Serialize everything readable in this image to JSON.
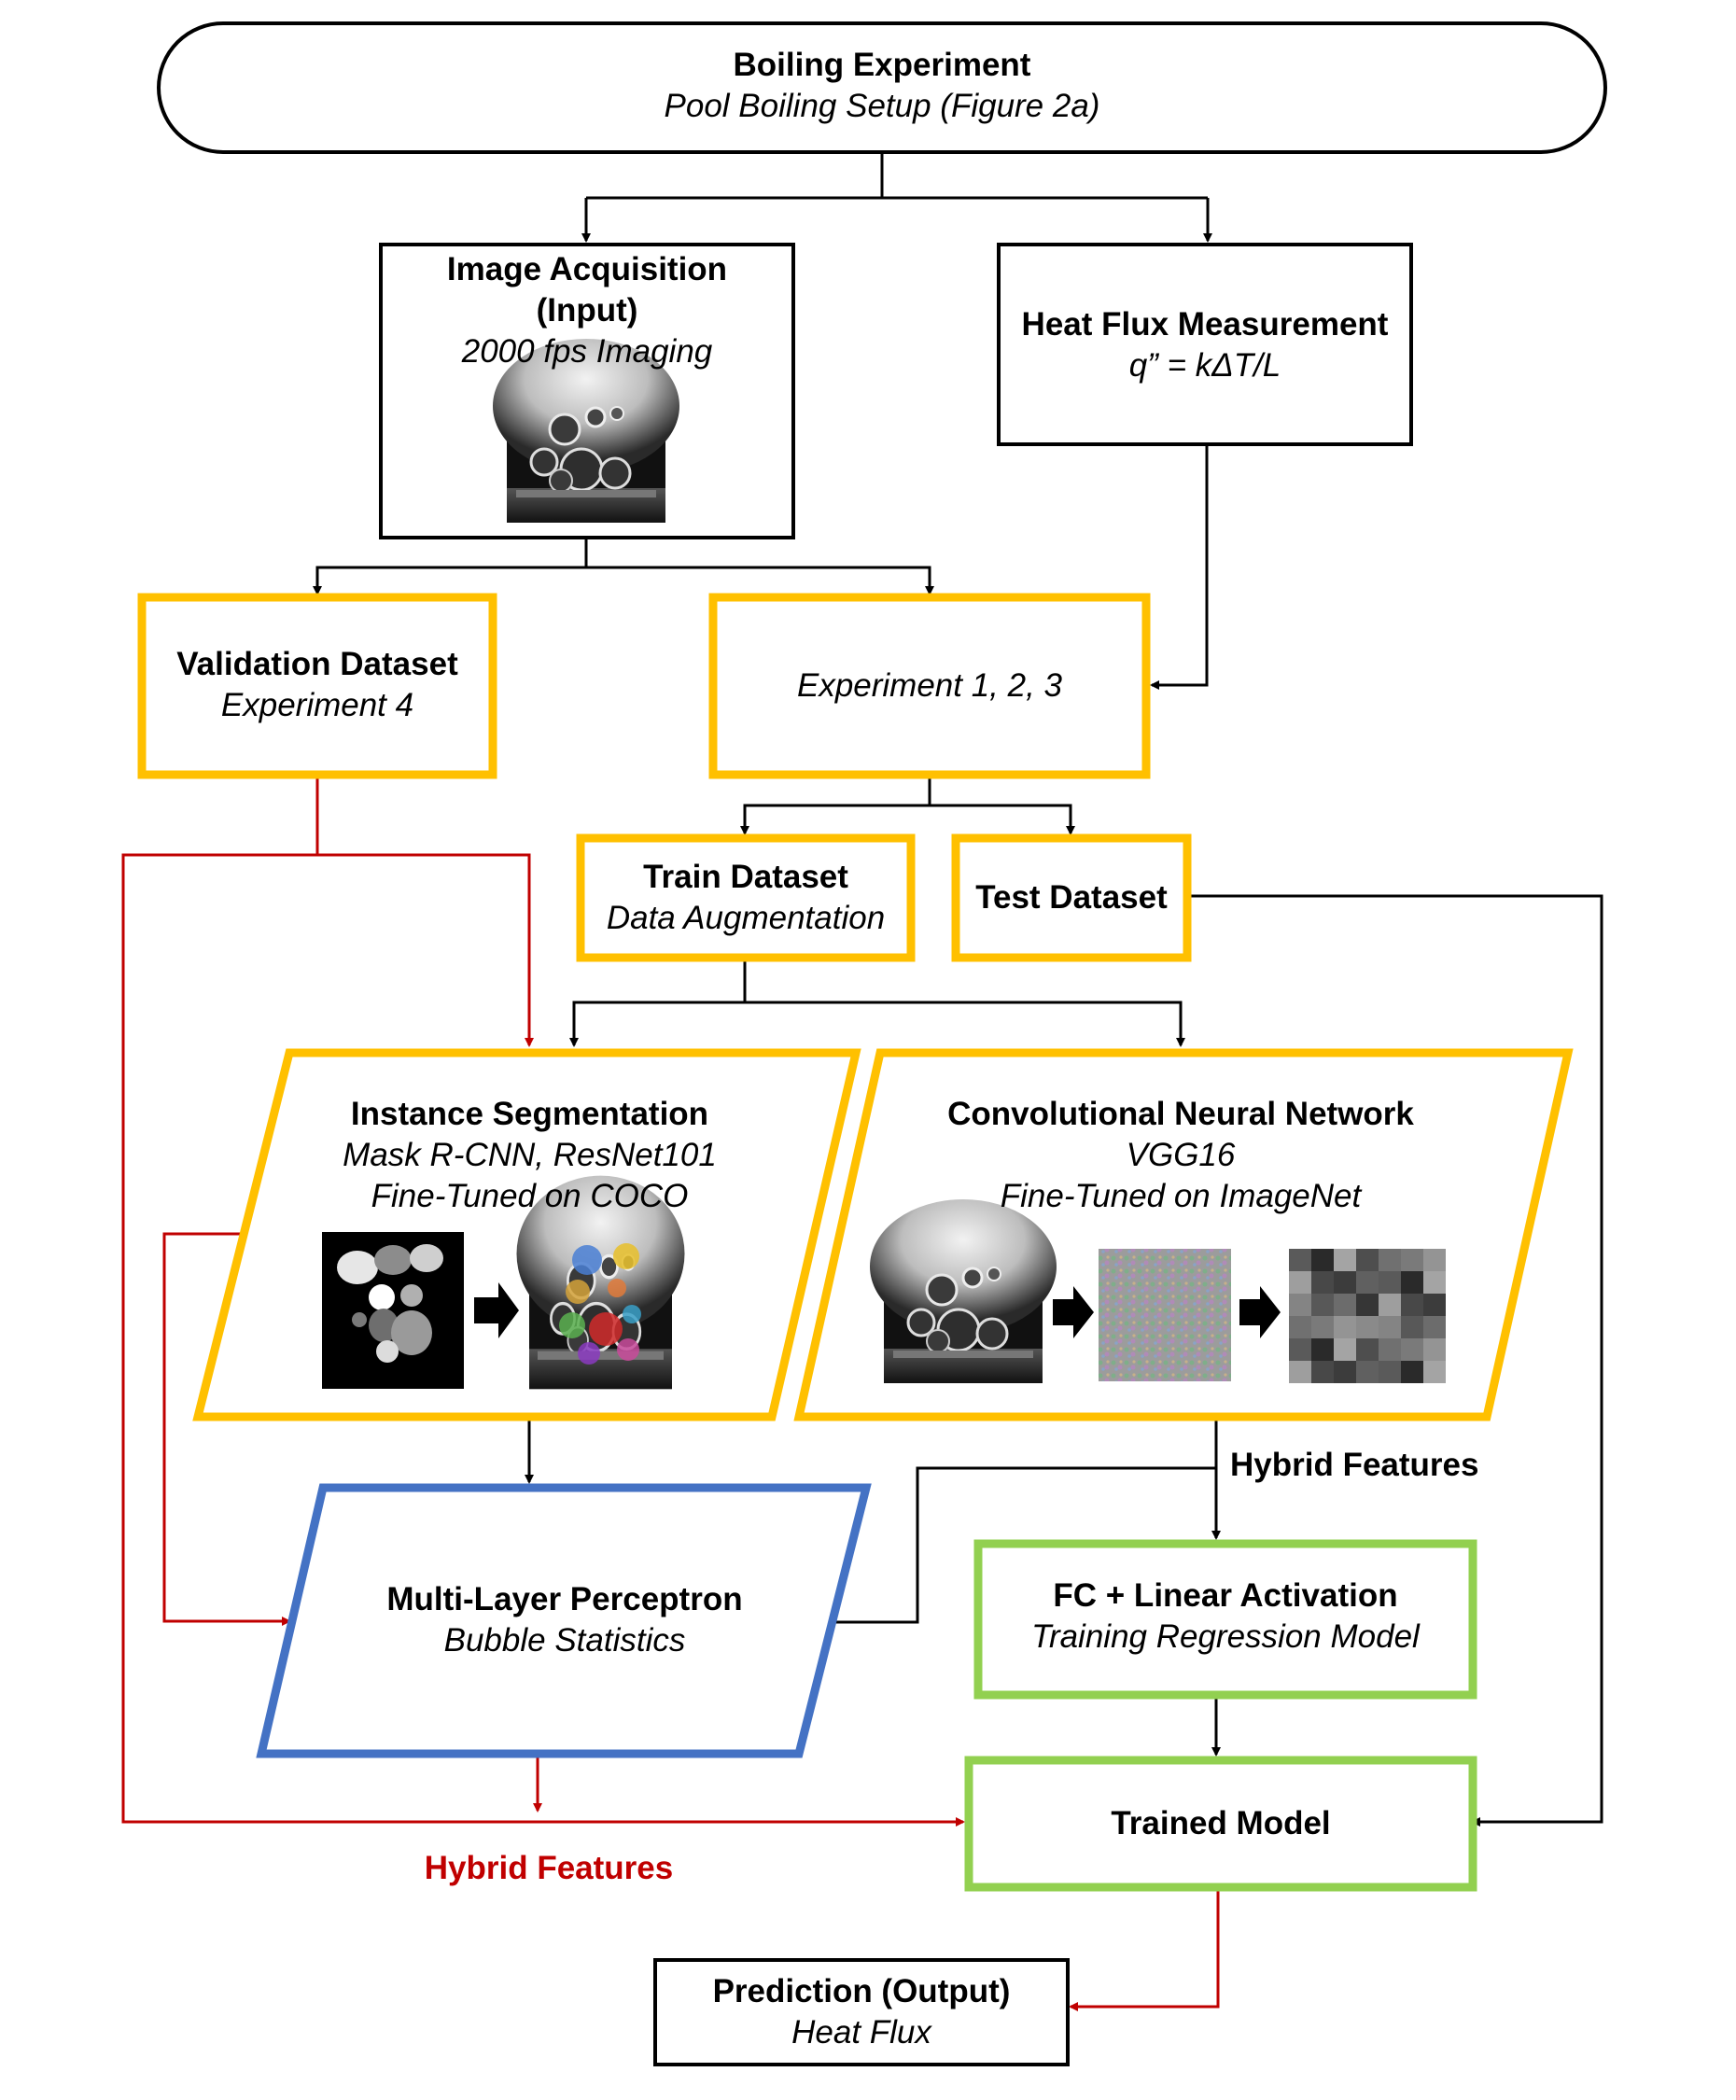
{
  "colors": {
    "black": "#000000",
    "yellow": "#ffc000",
    "blue": "#4472c4",
    "green": "#92d050",
    "red": "#c00000"
  },
  "boiling": {
    "title": "Boiling Experiment",
    "subtitle": "Pool Boiling Setup (Figure 2a)"
  },
  "acquisition": {
    "title1": "Image Acquisition",
    "title2": "(Input)",
    "subtitle": "2000 fps Imaging",
    "image": "bubble-photo"
  },
  "heatflux": {
    "title": "Heat Flux Measurement",
    "formula": "q” = kΔT/L"
  },
  "validation": {
    "title": "Validation Dataset",
    "subtitle": "Experiment 4"
  },
  "experiments": {
    "subtitle": "Experiment 1, 2, 3"
  },
  "train": {
    "title": "Train Dataset",
    "subtitle": "Data Augmentation"
  },
  "test": {
    "title": "Test Dataset"
  },
  "segmentation": {
    "title": "Instance Segmentation",
    "line1": "Mask R-CNN, ResNet101",
    "line2": "Fine-Tuned on COCO",
    "images": [
      "segmentation-mask",
      "segmented-bubbles"
    ]
  },
  "cnn": {
    "title": "Convolutional Neural Network",
    "line1": "VGG16",
    "line2": "Fine-Tuned on ImageNet",
    "images": [
      "bubble-photo",
      "feature-filters",
      "feature-map"
    ]
  },
  "mlp": {
    "title": "Multi-Layer Perceptron",
    "subtitle": "Bubble Statistics"
  },
  "fc": {
    "title": "FC + Linear Activation",
    "subtitle": "Training Regression Model"
  },
  "trained": {
    "title": "Trained Model"
  },
  "prediction": {
    "title": "Prediction (Output)",
    "subtitle": "Heat Flux"
  },
  "labels": {
    "hybrid_black": "Hybrid Features",
    "hybrid_red": "Hybrid Features"
  }
}
